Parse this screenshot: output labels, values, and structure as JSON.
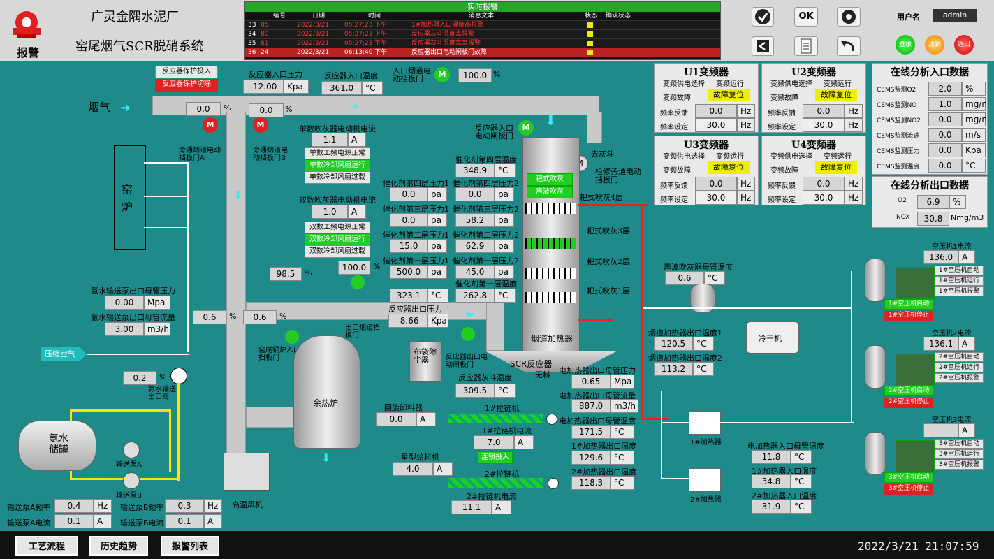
{
  "header": {
    "alarm_label": "报警",
    "company": "广灵金隅水泥厂",
    "system": "窑尾烟气SCR脱硝系统",
    "alarm_table_title": "实时报警",
    "alarm_columns": [
      "编号",
      "日期",
      "时间",
      "消息文本",
      "状态",
      "确认状态"
    ],
    "alarms": [
      {
        "idx": "33",
        "no": "85",
        "date": "2022/3/21",
        "time": "05:27:23 下午",
        "text": "1#加热器入口温度高报警"
      },
      {
        "idx": "34",
        "no": "80",
        "date": "2022/3/21",
        "time": "05:27:23 下午",
        "text": "反应器灰斗温度高报警"
      },
      {
        "idx": "35",
        "no": "81",
        "date": "2022/3/21",
        "time": "05:27:23 下午",
        "text": "反应器灰斗温度高高报警"
      },
      {
        "idx": "36",
        "no": "24",
        "date": "2022/3/21",
        "time": "06:13:40 下午",
        "text": "反应器出口电动闸板门故障"
      }
    ],
    "ok_label": "OK",
    "user_label": "用户名",
    "user_value": "admin",
    "login": "登录",
    "logout": "注销",
    "exit": "退出"
  },
  "top": {
    "protect_on": "反应器保护投入",
    "protect_off": "反应器保护切除",
    "inlet_pressure_label": "反应器入口压力",
    "inlet_pressure": "-12.00",
    "inlet_pressure_unit": "Kpa",
    "inlet_temp_label": "反应器入口温度",
    "inlet_temp": "361.0",
    "inlet_temp_unit": "°C",
    "inlet_damper_label": "入口烟道电动挡板门",
    "inlet_damper": "100.0",
    "pct": "%",
    "flue_gas": "烟气",
    "flow1": "0.0",
    "flow2": "0.0",
    "bypass_a": "旁通烟道电动挡板门A",
    "bypass_b": "旁通烟道电动挡板门B",
    "ash_hopper": "去灰斗",
    "repair_valve": "检修旁通电动挡板门",
    "reactor_outlet_valve": "反应器入口电动闸板门"
  },
  "blower": {
    "single_current_label": "单数吹灰器电动机电流",
    "single_current": "1.1",
    "single_s1": "单数工频电源正常",
    "single_s2": "单数冷却风扇运行",
    "single_s3": "单数冷却风扇过载",
    "double_current_label": "双数吹灰器电动机电流",
    "double_current": "1.0",
    "double_s1": "双数工频电源正常",
    "double_s2": "双数冷却风扇运行",
    "double_s3": "双数冷却风扇过载",
    "a_unit": "A",
    "pct_value": "100.0"
  },
  "catalyst": {
    "l4_temp_label": "催化剂第四层温度",
    "l4_temp": "348.9",
    "rows": [
      {
        "l1": "催化剂第四层压力1",
        "v1": "0.0",
        "l2": "催化剂第四层压力2",
        "v2": "0.0"
      },
      {
        "l1": "催化剂第三层压力1",
        "v1": "0.0",
        "l2": "催化剂第三层压力2",
        "v2": "58.2"
      },
      {
        "l1": "催化剂第二层压力1",
        "v1": "15.0",
        "l2": "催化剂第二层压力2",
        "v2": "62.9"
      },
      {
        "l1": "催化剂第一层压力1",
        "v1": "500.0",
        "l2": "催化剂第一层压力2",
        "v2": "45.0"
      }
    ],
    "pa": "pa",
    "l1_temp_label": "催化剂第一层温度",
    "l1_temp": "262.8",
    "t323": "323.1",
    "degc": "°C",
    "outlet_pressure_label": "反应器出口压力",
    "outlet_pressure": "-8.66",
    "outlet_pressure_unit": "Kpa"
  },
  "tower": {
    "g1": "耙式吹灰",
    "g2": "声波吹灰",
    "rake4": "耙式吹灰4层",
    "rake3": "耙式吹灰3层",
    "rake2": "耙式吹灰2层",
    "rake1": "耙式吹灰1层",
    "heater": "烟道加热器",
    "scr": "SCR反应器",
    "wuliao": "无料"
  },
  "left": {
    "kiln": "窑炉",
    "pump_pressure_label": "氨水输送泵出口母管压力",
    "pump_pressure": "0.00",
    "pump_pressure_unit": "Mpa",
    "pump_flow_label": "氨水输送泵出口母管流量",
    "pump_flow": "3.00",
    "pump_flow_unit": "m3/h",
    "compressed_air": "压缩空气",
    "valve_val": "0.2",
    "valve_label": "氨水输送出口阀",
    "tank": "氨水储罐",
    "pump_a": "输送泵A",
    "pump_b": "输送泵B",
    "fan": "高温风机",
    "v06a": "0.6",
    "v06b": "0.6",
    "v985": "98.5",
    "kiln_valve": "窑尾锅炉入口挡板门",
    "outlet_valve": "出口烟道挡板门",
    "waste_heat": "余热炉",
    "bag": "布袋除尘器",
    "outlet_valve2": "反应器出口电动闸板门"
  },
  "freq_table": {
    "pa_label": "输送泵A频率",
    "pa_val": "0.4",
    "pa_unit": "Hz",
    "pb_label": "输送泵B频率",
    "pb_val": "0.3",
    "pb_unit": "Hz",
    "ia_label": "输送泵A电流",
    "ia_val": "0.1",
    "ia_unit": "A",
    "ib_label": "输送泵B电流",
    "ib_val": "0.1",
    "ib_unit": "A"
  },
  "middle": {
    "hopper_temp_label": "反应器灰斗温度",
    "hopper_temp": "309.5",
    "rot_feeder_label": "回旋卸料器",
    "rot_feeder": "0.0",
    "chain1": "1#拉链机",
    "chain1_current_label": "1#拉链机电流",
    "chain1_current": "7.0",
    "star_feeder_label": "星型给料机",
    "star_feeder": "4.0",
    "linked": "连锁投入",
    "chain2": "2#拉链机",
    "chain2_current_label": "2#拉链机电流",
    "chain2_current": "11.1",
    "eh_pressure_label": "电加热器出口母管压力",
    "eh_pressure": "0.65",
    "eh_pressure_unit": "Mpa",
    "eh_flow_label": "电加热器出口母管流量",
    "eh_flow": "887.0",
    "eh_flow_unit": "m3/h",
    "eh_temp_label": "电加热器出口母管温度",
    "eh_temp": "171.5",
    "h1_out_label": "1#加热器出口温度",
    "h1_out": "129.6",
    "h2_out_label": "2#加热器出口温度",
    "h2_out": "118.3",
    "sonic_temp_label": "声波吹灰器母管温度",
    "sonic_temp": "0.6",
    "fh1_label": "烟道加热器出口温度1",
    "fh1": "120.5",
    "fh2_label": "烟道加热器出口温度2",
    "fh2": "113.2",
    "dryer": "冷干机",
    "heater1": "1#加热器",
    "heater2": "2#加热器",
    "ein_label": "电加热器入口母管温度",
    "ein": "11.8",
    "h1_in_label": "1#加热器入口温度",
    "h1_in": "34.8",
    "h2_in_label": "2#加热器入口温度",
    "h2_in": "31.9"
  },
  "vfd": [
    {
      "title": "U1变频器",
      "sel": "变频供电选择",
      "run": "变频运行",
      "fault": "变频故障",
      "reset": "故障复位",
      "fb_label": "频率反馈",
      "fb": "0.0",
      "set_label": "频率设定",
      "set": "30.0",
      "hz": "Hz"
    },
    {
      "title": "U2变频器",
      "sel": "变频供电选择",
      "run": "变频运行",
      "fault": "变频故障",
      "reset": "故障复位",
      "fb_label": "频率反馈",
      "fb": "0.0",
      "set_label": "频率设定",
      "set": "30.0",
      "hz": "Hz"
    },
    {
      "title": "U3变频器",
      "sel": "变频供电选择",
      "run": "变频运行",
      "fault": "变频故障",
      "reset": "故障复位",
      "fb_label": "频率反馈",
      "fb": "0.0",
      "set_label": "频率设定",
      "set": "30.0",
      "hz": "Hz"
    },
    {
      "title": "U4变频器",
      "sel": "变频供电选择",
      "run": "变频运行",
      "fault": "变频故障",
      "reset": "故障复位",
      "fb_label": "频率反馈",
      "fb": "0.0",
      "set_label": "频率设定",
      "set": "30.0",
      "hz": "Hz"
    }
  ],
  "analysis_in": {
    "title": "在线分析入口数据",
    "rows": [
      {
        "label": "CEMS监测O2",
        "val": "2.0",
        "unit": "%"
      },
      {
        "label": "CEMS监测NO",
        "val": "1.0",
        "unit": "mg/n"
      },
      {
        "label": "CEMS监测NO2",
        "val": "0.0",
        "unit": "mg/n"
      },
      {
        "label": "CEMS监测流速",
        "val": "0.0",
        "unit": "m/s"
      },
      {
        "label": "CEMS监测压力",
        "val": "0.0",
        "unit": "Kpa"
      },
      {
        "label": "CEMS监测温度",
        "val": "0.0",
        "unit": "°C"
      }
    ]
  },
  "analysis_out": {
    "title": "在线分析出口数据",
    "o2_label": "O2",
    "o2": "6.9",
    "o2_unit": "%",
    "nox_label": "NOX",
    "nox": "30.8",
    "nox_unit": "Nmg/m3"
  },
  "compressors": [
    {
      "current_label": "空压机1电流",
      "current": "136.0",
      "unit": "A",
      "auto": "1#空压机自动",
      "run": "1#空压机运行",
      "alarm": "1#空压机报警",
      "start": "1#空压机启动",
      "stop": "1#空压机停止"
    },
    {
      "current_label": "空压机2电流",
      "current": "136.1",
      "unit": "A",
      "auto": "2#空压机自动",
      "run": "2#空压机运行",
      "alarm": "2#空压机报警",
      "start": "2#空压机启动",
      "stop": "2#空压机停止"
    },
    {
      "current_label": "空压机3电流",
      "current": "",
      "unit": "A",
      "auto": "3#空压机自动",
      "run": "3#空压机运行",
      "alarm": "3#空压机报警",
      "start": "3#空压机启动",
      "stop": "3#空压机停止"
    }
  ],
  "footer": {
    "btn1": "工艺流程",
    "btn2": "历史趋势",
    "btn3": "报警列表",
    "datetime": "2022/3/21  21:07:59"
  },
  "colors": {
    "background": "#1f8a8a",
    "pipe": "#c9c9c9",
    "signal_yellow": "#ffe600",
    "signal_red": "#ff1a1a",
    "status_green": "#22cc22"
  }
}
